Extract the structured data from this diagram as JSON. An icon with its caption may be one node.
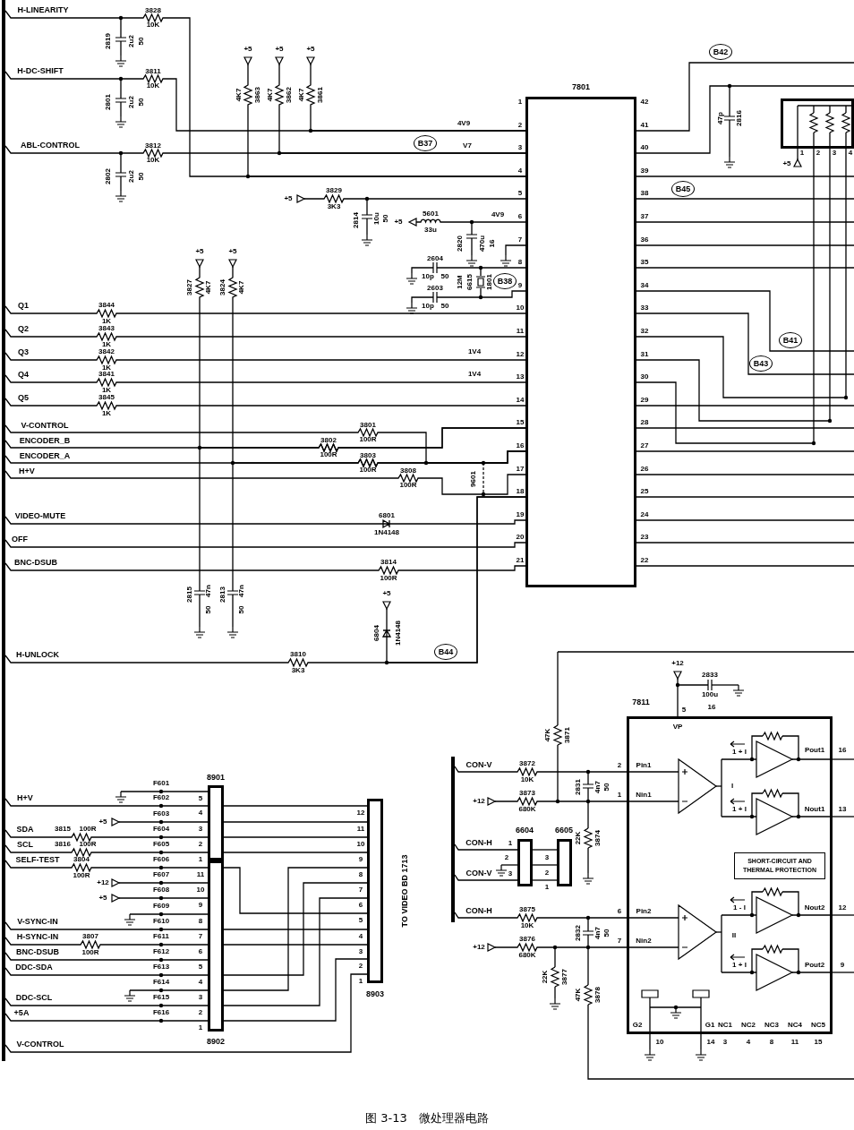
{
  "diagram": {
    "caption": "图 3-13　微处理器电路",
    "nodes": [
      {
        "text": [
          "B42"
        ]
      },
      {
        "text": [
          "7801"
        ]
      },
      {
        "text": [],
        "shape": "box"
      },
      {
        "text": [
          "B37"
        ]
      },
      {
        "text": [
          "B45"
        ]
      },
      {
        "text": [
          "B38"
        ]
      },
      {
        "text": [
          "B41"
        ]
      },
      {
        "text": [
          "B43"
        ]
      },
      {
        "text": [
          "B44"
        ]
      },
      {
        "text": [
          "7811"
        ]
      },
      {
        "text": [
          "SHORT-CIRCUIT AND THERMAL PROTECTION"
        ],
        "in": 9
      },
      {
        "text": [
          "8901"
        ]
      },
      {
        "text": [
          "8903"
        ]
      },
      {
        "text": [
          "6604"
        ]
      },
      {
        "text": [
          "6605"
        ]
      },
      {
        "text": [
          "8902"
        ]
      },
      {
        "text": [],
        "shape": "bar"
      },
      {
        "text": [],
        "shape": "bar"
      },
      {
        "text": [
          "+5"
        ]
      },
      {
        "text": [
          "+5"
        ]
      },
      {
        "text": [
          "+5"
        ]
      },
      {
        "text": [
          "+5"
        ]
      },
      {
        "text": [
          "+5"
        ]
      },
      {
        "text": [
          "+5"
        ]
      },
      {
        "text": [
          "+5"
        ]
      },
      {
        "text": [
          "+5"
        ]
      },
      {
        "text": [
          "+5"
        ]
      },
      {
        "text": [
          "+12"
        ]
      },
      {
        "text": [
          "+12"
        ]
      },
      {
        "text": [
          "+12"
        ]
      },
      {
        "text": [
          "+5"
        ]
      },
      {
        "text": [
          "+12"
        ]
      },
      {
        "text": [
          "+5"
        ]
      }
    ],
    "edges": [
      {
        "from": 1,
        "to": 2,
        "arrow": "none"
      },
      {
        "from": 1,
        "to": 2,
        "arrow": "none"
      },
      {
        "from": 1,
        "to": 2,
        "arrow": "none"
      },
      {
        "from": 11,
        "to": 12,
        "arrow": "none"
      },
      {
        "from": 11,
        "to": 12,
        "arrow": "none"
      },
      {
        "from": 11,
        "to": 12,
        "arrow": "none"
      },
      {
        "from": 11,
        "to": 12,
        "arrow": "none"
      },
      {
        "from": 15,
        "to": 12,
        "arrow": "none"
      },
      {
        "from": 15,
        "to": 12,
        "arrow": "none"
      },
      {
        "from": 15,
        "to": 12,
        "arrow": "none"
      },
      {
        "from": 15,
        "to": 12,
        "arrow": "none"
      },
      {
        "from": 15,
        "to": 12,
        "arrow": "none"
      },
      {
        "from": 15,
        "to": 12,
        "arrow": "none"
      },
      {
        "from": 15,
        "to": 12,
        "arrow": "none"
      },
      {
        "from": 13,
        "to": 14,
        "arrow": "none"
      },
      {
        "from": 13,
        "to": 14,
        "arrow": "none"
      },
      {
        "from": 13,
        "to": 14,
        "arrow": "none"
      },
      {
        "from": 16,
        "to": 1,
        "arrow": "none"
      },
      {
        "from": 16,
        "to": 1,
        "arrow": "none"
      },
      {
        "from": 16,
        "to": 1,
        "arrow": "none"
      },
      {
        "from": 18,
        "to": 1,
        "arrow": "none"
      },
      {
        "from": 19,
        "to": 1,
        "arrow": "none"
      },
      {
        "from": 20,
        "to": 1,
        "arrow": "none"
      },
      {
        "from": 21,
        "to": 1,
        "arrow": "none"
      },
      {
        "from": 22,
        "to": 1,
        "arrow": "none"
      },
      {
        "from": 23,
        "to": 1,
        "arrow": "none"
      },
      {
        "from": 24,
        "to": 1,
        "arrow": "none"
      },
      {
        "from": 16,
        "to": 1,
        "arrow": "none"
      },
      {
        "from": 16,
        "to": 1,
        "arrow": "none"
      },
      {
        "from": 16,
        "to": 1,
        "arrow": "none"
      },
      {
        "from": 16,
        "to": 1,
        "arrow": "none"
      },
      {
        "from": 16,
        "to": 1,
        "arrow": "none"
      },
      {
        "from": 16,
        "to": 1,
        "arrow": "none"
      },
      {
        "from": 16,
        "to": 1,
        "arrow": "none"
      },
      {
        "from": 16,
        "to": 1,
        "arrow": "none"
      },
      {
        "from": 16,
        "to": 1,
        "arrow": "none"
      },
      {
        "from": 16,
        "to": 1,
        "arrow": "none"
      },
      {
        "from": 16,
        "to": 1,
        "arrow": "none"
      },
      {
        "from": 16,
        "to": 1,
        "arrow": "none"
      },
      {
        "from": 16,
        "to": 1,
        "arrow": "none"
      },
      {
        "from": 25,
        "to": 1,
        "arrow": "none"
      },
      {
        "from": 26,
        "to": 2,
        "arrow": "none"
      },
      {
        "from": 16,
        "to": 11,
        "arrow": "none"
      },
      {
        "from": 30,
        "to": 11,
        "arrow": "none"
      },
      {
        "from": 16,
        "to": 11,
        "arrow": "none"
      },
      {
        "from": 16,
        "to": 11,
        "arrow": "none"
      },
      {
        "from": 16,
        "to": 15,
        "arrow": "none"
      },
      {
        "from": 31,
        "to": 15,
        "arrow": "none"
      },
      {
        "from": 32,
        "to": 15,
        "arrow": "none"
      },
      {
        "from": 16,
        "to": 15,
        "arrow": "none"
      },
      {
        "from": 16,
        "to": 15,
        "arrow": "none"
      },
      {
        "from": 16,
        "to": 15,
        "arrow": "none"
      },
      {
        "from": 16,
        "to": 15,
        "arrow": "none"
      },
      {
        "from": 16,
        "to": 15,
        "arrow": "none"
      },
      {
        "from": 16,
        "to": 15,
        "arrow": "none"
      },
      {
        "from": 12,
        "to": 16,
        "arrow": "none"
      },
      {
        "from": 27,
        "to": 9,
        "arrow": "none"
      },
      {
        "from": 17,
        "to": 9,
        "arrow": "none"
      },
      {
        "from": 28,
        "to": 9,
        "arrow": "none"
      },
      {
        "from": 17,
        "to": 13,
        "arrow": "none"
      },
      {
        "from": 17,
        "to": 13,
        "arrow": "none"
      },
      {
        "from": 17,
        "to": 9,
        "arrow": "none"
      },
      {
        "from": 29,
        "to": 9,
        "arrow": "none"
      }
    ],
    "labels": [
      "H-LINEARITY",
      "3828",
      "10K",
      "2819",
      "2u2",
      "50",
      "H-DC-SHIFT",
      "3811",
      "10K",
      "2801",
      "2u2",
      "50",
      "4K7",
      "3863",
      "4K7",
      "3862",
      "4K7",
      "3861",
      "4V9",
      "ABL-CONTROL",
      "3812",
      "10K",
      "V7",
      "2802",
      "2u2",
      "50",
      "3829",
      "3K3",
      "2814",
      "10u",
      "50",
      "5601",
      "33u",
      "4V9",
      "2820",
      "470u",
      "16",
      "2604",
      "10p",
      "50",
      "12M",
      "6615",
      "1801",
      "2603",
      "10p",
      "50",
      "3827",
      "4K7",
      "3824",
      "4K7",
      "1",
      "2",
      "3",
      "4",
      "5",
      "6",
      "7",
      "8",
      "9",
      "10",
      "11",
      "12",
      "13",
      "14",
      "15",
      "16",
      "17",
      "18",
      "19",
      "20",
      "21",
      "42",
      "41",
      "40",
      "39",
      "38",
      "37",
      "36",
      "35",
      "34",
      "33",
      "32",
      "31",
      "30",
      "29",
      "28",
      "27",
      "26",
      "25",
      "24",
      "23",
      "22",
      "Q1",
      "3844",
      "1K",
      "Q2",
      "3843",
      "1K",
      "Q3",
      "3842",
      "1V4",
      "1K",
      "Q4",
      "3841",
      "1V4",
      "1K",
      "Q5",
      "3845",
      "1K",
      "V-CONTROL",
      "3801",
      "ENCODER_B",
      "3802",
      "100R",
      "ENCODER_A",
      "100R",
      "3803",
      "H+V",
      "100R",
      "3808",
      "100R",
      "9601",
      "VIDEO-MUTE",
      "6801",
      "1N4148",
      "OFF",
      "BNC-DSUB",
      "3814",
      "100R",
      "2815",
      "47n",
      "50",
      "2813",
      "47n",
      "50",
      "6804",
      "1N4148",
      "H-UNLOCK",
      "3810",
      "3K3",
      "47p",
      "2816",
      "1",
      "2",
      "3",
      "4",
      "2833",
      "100u",
      "5",
      "16",
      "VP",
      "47K",
      "3871",
      "CON-V",
      "3872",
      "10K",
      "2",
      "Pin1",
      "3873",
      "680K",
      "1",
      "Nin1",
      "2831",
      "4n7",
      "50",
      "1 + I",
      "I",
      "1 + I",
      "Pout1",
      "16",
      "Nout1",
      "13",
      "CON-H",
      "1",
      "2",
      "3",
      "3",
      "2",
      "1",
      "CON-V",
      "22K",
      "3874",
      "1 - I",
      "Nout2",
      "12",
      "CON-H",
      "3875",
      "10K",
      "6",
      "Pin2",
      "II",
      "3876",
      "680K",
      "7",
      "Nin2",
      "2832",
      "4n7",
      "50",
      "1 + I",
      "Pout2",
      "9",
      "22K",
      "3877",
      "47K",
      "3878",
      "G2",
      "G1",
      "NC1",
      "NC2",
      "NC3",
      "NC4",
      "NC5",
      "10",
      "14",
      "3",
      "4",
      "8",
      "11",
      "15",
      "F601",
      "H+V",
      "F602",
      "5",
      "F603",
      "4",
      "12",
      "SDA",
      "3815",
      "100R",
      "F604",
      "3",
      "11",
      "SCL",
      "3816",
      "100R",
      "F605",
      "2",
      "10",
      "SELF-TEST",
      "3804",
      "F606",
      "1",
      "9",
      "100R",
      "F607",
      "11",
      "8",
      "F608",
      "10",
      "7",
      "F609",
      "9",
      "6",
      "V-SYNC-IN",
      "F610",
      "8",
      "5",
      "H-SYNC-IN",
      "3807",
      "F611",
      "7",
      "4",
      "BNC-DSUB",
      "100R",
      "F612",
      "6",
      "3",
      "DDC-SDA",
      "F613",
      "5",
      "2",
      "F614",
      "4",
      "1",
      "DDC-SCL",
      "F615",
      "3",
      "+5A",
      "F616",
      "2",
      "1",
      "V-CONTROL",
      "TO VIDEO BD 1713"
    ]
  }
}
